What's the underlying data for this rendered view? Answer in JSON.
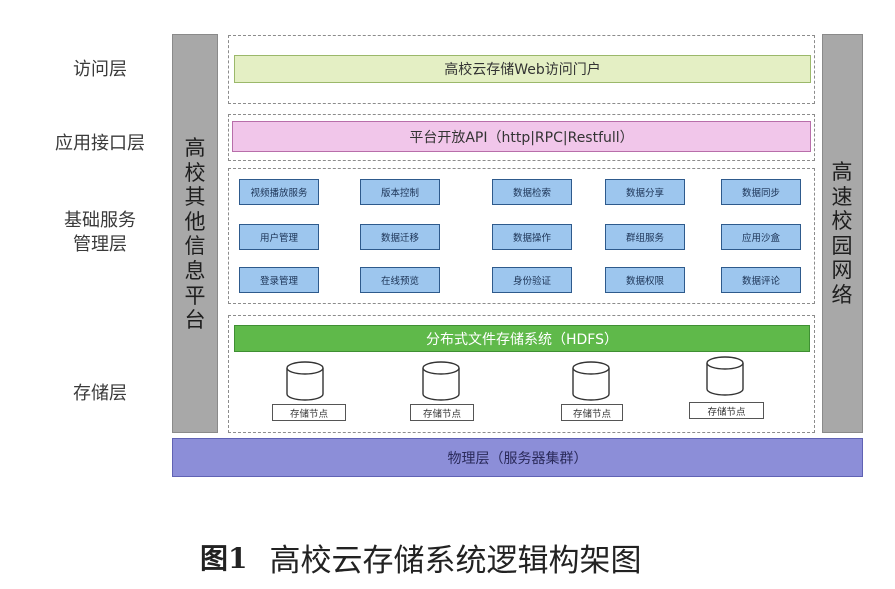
{
  "layers": {
    "access": "访问层",
    "api": "应用接口层",
    "base_line1": "基础服务",
    "base_line2": "管理层",
    "storage": "存储层"
  },
  "left_platform": "高校其他信息平台",
  "right_network": "高速校园网络",
  "web_portal": "高校云存储Web访问门户",
  "open_api": "平台开放API（http|RPC|Restfull）",
  "services": [
    "视频播放服务",
    "版本控制",
    "数据检索",
    "数据分享",
    "数据同步",
    "用户管理",
    "数据迁移",
    "数据操作",
    "群组服务",
    "应用沙盒",
    "登录管理",
    "在线预览",
    "身份验证",
    "数据权限",
    "数据评论"
  ],
  "hdfs": "分布式文件存储系统（HDFS）",
  "storage_nodes": [
    "存储节点",
    "存储节点",
    "存储节点",
    "存储节点"
  ],
  "physical": "物理层（服务器集群）",
  "caption": {
    "label": "图1",
    "title": "高校云存储系统逻辑构架图"
  },
  "colors": {
    "web_portal_fill": "#e4efc4",
    "api_fill": "#f1c6ea",
    "service_fill": "#9dc6ee",
    "hdfs_fill": "#5fb94a",
    "physical_fill": "#8c8ed8",
    "side_bar_fill": "#a8a8a8"
  }
}
